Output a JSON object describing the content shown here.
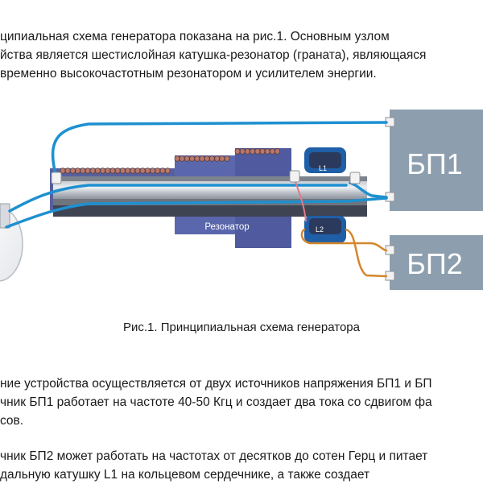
{
  "text_top": [
    "ципиальная схема генератора показана на рис.1. Основным узлом",
    "йства является шестислойная катушка-резонатор (граната), являющаяся",
    "временно высокочастотным резонатором и усилителем энергии."
  ],
  "diagram": {
    "resonator_label": "Резонатор",
    "l1_label": "L1",
    "l2_label": "L2",
    "bp1_label": "БП1",
    "bp2_label": "БП2"
  },
  "caption": "Рис.1. Принципиальная схема генератора",
  "text_bottom_1": [
    "ние устройства осуществляется от двух источников напряжения БП1 и БП",
    "чник БП1 работает на частоте 40-50 Кгц и создает два тока со сдвигом фа",
    "сов."
  ],
  "text_bottom_2": [
    "чник БП2 может работать на частотах от десятков до сотен Герц и питает",
    "дальную катушку L1 на кольцевом сердечнике, а также создает"
  ],
  "colors": {
    "wire_blue": "#1e90d0",
    "wire_orange": "#d4862c",
    "wire_pink": "#e07a8a",
    "resonator": "#5461a8",
    "core_dark": "#3a3f57",
    "coil_blue": "#1f5fa8",
    "power_box": "#8d9fae"
  }
}
